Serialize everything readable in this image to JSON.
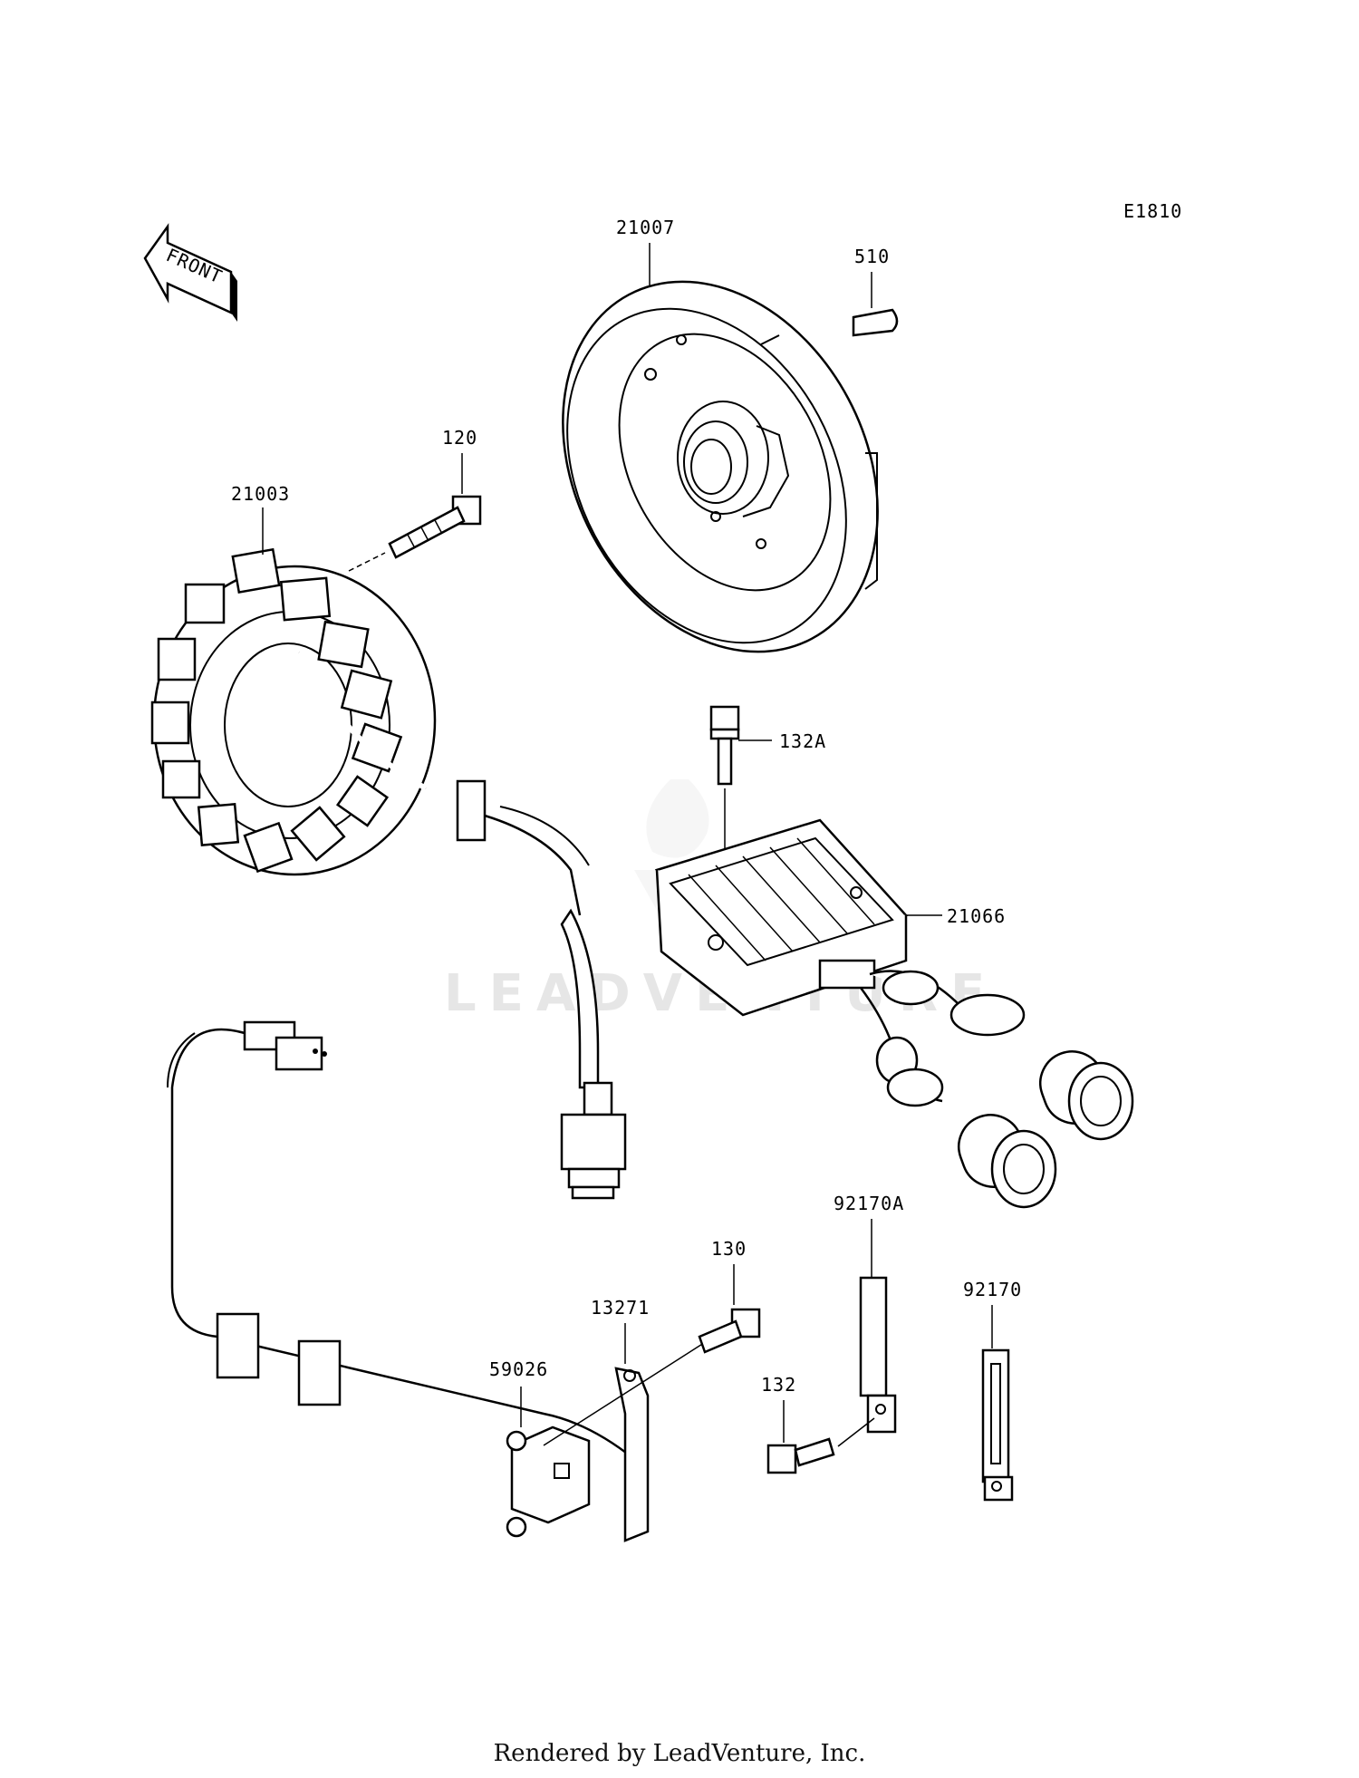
{
  "diagram_code": "E1810",
  "front_label": "FRONT",
  "watermark": "LEADVENTURE",
  "footer": "Rendered by LeadVenture, Inc.",
  "parts": [
    {
      "id": "21007",
      "label": "21007"
    },
    {
      "id": "510",
      "label": "510"
    },
    {
      "id": "120",
      "label": "120"
    },
    {
      "id": "21003",
      "label": "21003"
    },
    {
      "id": "132A",
      "label": "132A"
    },
    {
      "id": "21066",
      "label": "21066"
    },
    {
      "id": "130",
      "label": "130"
    },
    {
      "id": "92170A",
      "label": "92170A"
    },
    {
      "id": "13271",
      "label": "13271"
    },
    {
      "id": "92170",
      "label": "92170"
    },
    {
      "id": "59026",
      "label": "59026"
    },
    {
      "id": "132",
      "label": "132"
    }
  ]
}
